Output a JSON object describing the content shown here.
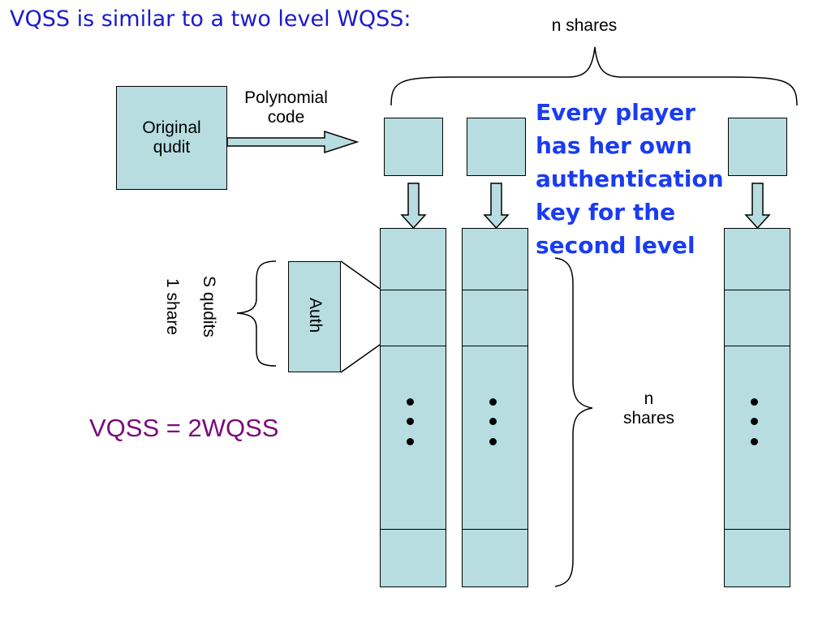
{
  "title": "VQSS is similar to a two level WQSS:",
  "top_brace_label": "n shares",
  "original_box": "Original\nqudit",
  "arrow_label": "Polynomial\ncode",
  "callout": "Every player has her own authentication key for the second level",
  "auth_box": "Auth",
  "s_qudits_label": "S qudits",
  "one_share_label": "1 share",
  "right_brace_label": "n\nshares",
  "formula": "VQSS = 2WQSS",
  "colors": {
    "box_fill": "#b7dde0",
    "title": "#1a1acc",
    "callout": "#1a3cf0",
    "formula": "#7a0a7a"
  }
}
